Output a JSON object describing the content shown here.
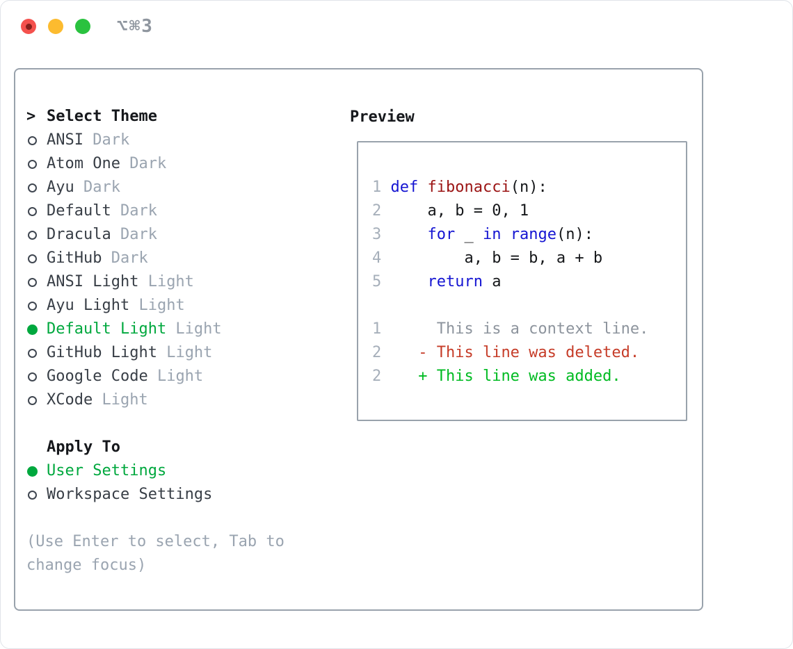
{
  "titlebar": {
    "shortcut": "⌥⌘3"
  },
  "colors": {
    "text": "#16181c",
    "theme_name": "#383e46",
    "dim": "#9aa4b0",
    "border": "#99a2ac",
    "green": "#00a83e",
    "code_plain": "#15171a",
    "code_kw": "#1515d2",
    "code_fn": "#9b1414",
    "line_num": "#a6afba",
    "ctx": "#8d949d",
    "del": "#c63c28",
    "add": "#00bb22",
    "light_red": "#f4514d",
    "light_red_dot": "#86201c",
    "light_yellow": "#fcbb2f",
    "light_green": "#2ac23f",
    "shortcut": "#8f969f"
  },
  "sidebar": {
    "header_prefix": ">",
    "header": "Select Theme",
    "themes": [
      {
        "name": "ANSI",
        "variant": "Dark",
        "selected": false
      },
      {
        "name": "Atom One",
        "variant": "Dark",
        "selected": false
      },
      {
        "name": "Ayu",
        "variant": "Dark",
        "selected": false
      },
      {
        "name": "Default",
        "variant": "Dark",
        "selected": false
      },
      {
        "name": "Dracula",
        "variant": "Dark",
        "selected": false
      },
      {
        "name": "GitHub",
        "variant": "Dark",
        "selected": false
      },
      {
        "name": "ANSI Light",
        "variant": "Light",
        "selected": false
      },
      {
        "name": "Ayu Light",
        "variant": "Light",
        "selected": false
      },
      {
        "name": "Default Light",
        "variant": "Light",
        "selected": true
      },
      {
        "name": "GitHub Light",
        "variant": "Light",
        "selected": false
      },
      {
        "name": "Google Code",
        "variant": "Light",
        "selected": false
      },
      {
        "name": "XCode",
        "variant": "Light",
        "selected": false
      }
    ],
    "apply_header": "Apply To",
    "apply_options": [
      {
        "name": "User Settings",
        "selected": true
      },
      {
        "name": "Workspace Settings",
        "selected": false
      }
    ],
    "help_lines": [
      "(Use Enter to select, Tab to",
      "change focus)"
    ]
  },
  "preview": {
    "title": "Preview",
    "code_lines": [
      {
        "num": "1",
        "segments": [
          {
            "t": "def",
            "c": "kw"
          },
          {
            "t": " "
          },
          {
            "t": "fibonacci",
            "c": "fn"
          },
          {
            "t": "(n):"
          }
        ]
      },
      {
        "num": "2",
        "segments": [
          {
            "t": "    a, b = 0, 1"
          }
        ]
      },
      {
        "num": "3",
        "segments": [
          {
            "t": "    "
          },
          {
            "t": "for",
            "c": "kw"
          },
          {
            "t": " _ "
          },
          {
            "t": "in",
            "c": "kw"
          },
          {
            "t": " "
          },
          {
            "t": "range",
            "c": "kw"
          },
          {
            "t": "(n):"
          }
        ]
      },
      {
        "num": "4",
        "segments": [
          {
            "t": "        a, b = b, a + b"
          }
        ]
      },
      {
        "num": "5",
        "segments": [
          {
            "t": "    "
          },
          {
            "t": "return",
            "c": "kw"
          },
          {
            "t": " a"
          }
        ]
      }
    ],
    "diff_lines": [
      {
        "num": "1",
        "marker": " ",
        "text": "This is a context line.",
        "type": "context"
      },
      {
        "num": "2",
        "marker": "-",
        "text": "This line was deleted.",
        "type": "deleted"
      },
      {
        "num": "2",
        "marker": "+",
        "text": "This line was added.",
        "type": "added"
      }
    ]
  }
}
